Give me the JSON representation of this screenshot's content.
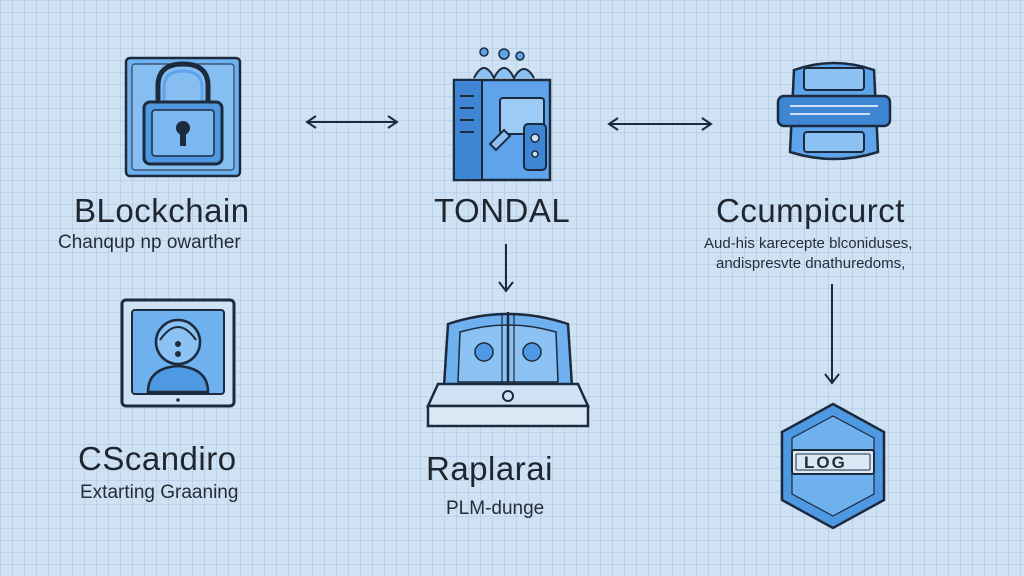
{
  "nodes": {
    "blockchain": {
      "title": "BLockchain",
      "subtitle": "Chanqup np owarther",
      "icon": "padlock-icon"
    },
    "tondal": {
      "title": "TONDAL",
      "icon": "building-machine-icon"
    },
    "ccumpicurct": {
      "title": "Ccumpicurct",
      "desc_line1": "Aud-his karecepte blconiduses,",
      "desc_line2": "andispresvte dnathuredoms,",
      "icon": "scroll-card-icon"
    },
    "cscandiro": {
      "title": "CScandiro",
      "subtitle": "Extarting Graaning",
      "icon": "user-profile-icon"
    },
    "raplarai": {
      "title": "Raplarai",
      "subtitle": "PLM-dunge",
      "icon": "server-device-icon"
    },
    "log_shield": {
      "label": "LOG",
      "icon": "shield-badge-icon"
    }
  },
  "colors": {
    "background": "#cfe2f4",
    "accent": "#5fa4ea",
    "stroke": "#1c2a3e"
  }
}
